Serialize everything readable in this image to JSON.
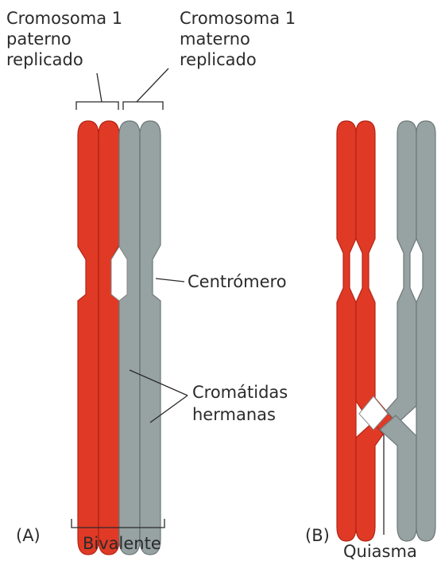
{
  "labels": {
    "paternal_line1": "Cromosoma 1",
    "paternal_line2": "paterno",
    "paternal_line3": "replicado",
    "maternal_line1": "Cromosoma 1",
    "maternal_line2": "materno",
    "maternal_line3": "replicado",
    "centromere": "Centrómero",
    "sister_line1": "Cromátidas",
    "sister_line2": "hermanas",
    "panel_a": "(A)",
    "bivalent": "Bivalente",
    "panel_b": "(B)",
    "chiasma": "Quiasma"
  },
  "colors": {
    "paternal": "#e03a26",
    "maternal": "#97a2a2",
    "text": "#2b2b2b",
    "background": "#ffffff"
  }
}
